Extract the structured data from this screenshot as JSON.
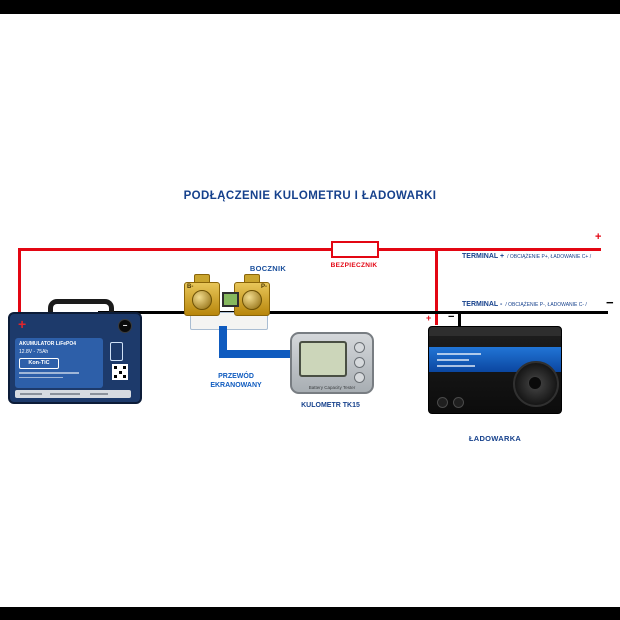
{
  "title": "PODŁĄCZENIE KULOMETRU I ŁADOWARKI",
  "colors": {
    "title_navy": "#16418c",
    "wire_red": "#e30613",
    "wire_black": "#000000",
    "wire_blue": "#0f5bbf",
    "label_blue": "#1a4f9c",
    "label_red": "#e30613"
  },
  "fuse": {
    "label": "BEZPIECZNIK"
  },
  "shunt": {
    "label": "BOCZNIK",
    "left_terminal": "B-",
    "right_terminal": "P-"
  },
  "cable": {
    "label_line1": "PRZEWÓD",
    "label_line2": "EKRANOWANY"
  },
  "coulometer": {
    "label": "KULOMETR TK15",
    "device_caption": "Battery Capacity Tester"
  },
  "charger": {
    "label": "ŁADOWARKA",
    "plus_mark": "+",
    "minus_mark": "−"
  },
  "terminal_plus": {
    "title": "TERMINAL +",
    "detail": "/ OBCIĄŻENIE P+, ŁADOWANIE C+ /",
    "end_mark": "+"
  },
  "terminal_minus": {
    "title": "TERMINAL -",
    "detail": "/ OBCIĄŻENIE P-, ŁADOWANIE C- /",
    "end_mark": "−"
  },
  "battery": {
    "name_line": "AKUMULATOR LiFePO4",
    "spec_line": "12.8V - 75Ah",
    "brand": "Kon-TiC",
    "plus_mark": "+",
    "minus_mark": "−"
  }
}
